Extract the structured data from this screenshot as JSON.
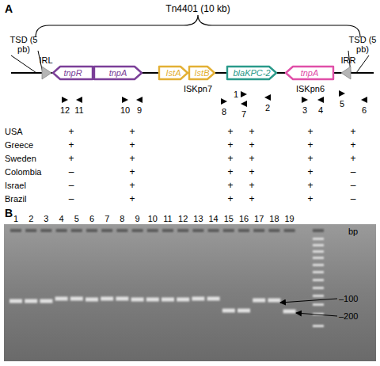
{
  "diagram": {
    "nodes": [
      {
        "text": [
          "tnpR"
        ]
      },
      {
        "text": [
          "tnpA"
        ]
      },
      {
        "text": [
          "IstA"
        ]
      },
      {
        "text": [
          "IstB"
        ]
      },
      {
        "text": [
          "blaKPC-2"
        ]
      },
      {
        "text": [
          "tnpA"
        ]
      }
    ],
    "labels": [
      "A",
      "Tn4401 (10 kb)",
      "TSD (5 pb)",
      "TSD (5 pb)",
      "IRL",
      "IRR",
      "ISKpn7",
      "ISKpn6",
      "12",
      "11",
      "10",
      "9",
      "8",
      "1",
      "7",
      "2",
      "3",
      "4",
      "5",
      "6",
      "USA",
      "Greece",
      "Sweden",
      "Colombia",
      "Israel",
      "Brazil",
      "+",
      "+",
      "+",
      "+",
      "+",
      "+",
      "+",
      "+",
      "+",
      "+",
      "+",
      "+",
      "+",
      "+",
      "+",
      "+",
      "+",
      "+",
      "–",
      "+",
      "+",
      "+",
      "+",
      "–",
      "–",
      "+",
      "+",
      "+",
      "+",
      "–",
      "–",
      "+",
      "+",
      "+",
      "+",
      "–",
      "B",
      "1",
      "2",
      "3",
      "4",
      "5",
      "6",
      "7",
      "8",
      "9",
      "10",
      "11",
      "12",
      "13",
      "14",
      "15",
      "16",
      "17",
      "18",
      "19",
      "bp",
      "–100",
      "–200"
    ]
  }
}
